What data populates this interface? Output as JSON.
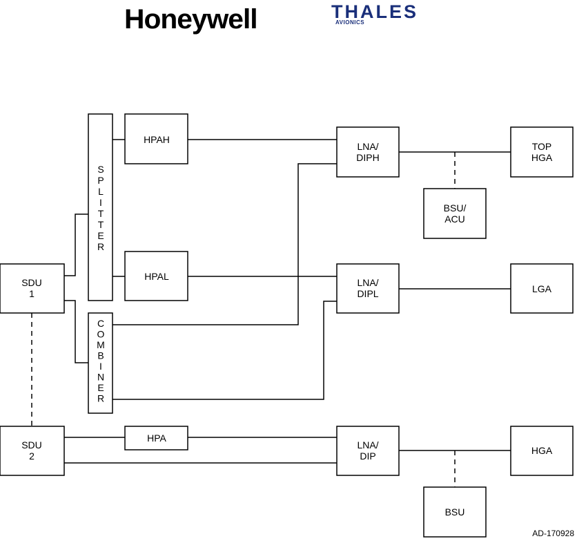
{
  "logos": {
    "honeywell": "Honeywell",
    "thales": "THALES",
    "thales_sub": "AVIONICS"
  },
  "boxes": {
    "splitter": "SPLITTER",
    "combiner": "COMBINER",
    "hpah": "HPAH",
    "hpal": "HPAL",
    "hpa": "HPA",
    "sdu1": [
      "SDU",
      "1"
    ],
    "sdu2": [
      "SDU",
      "2"
    ],
    "lna_diph": [
      "LNA/",
      "DIPH"
    ],
    "lna_dipl": [
      "LNA/",
      "DIPL"
    ],
    "lna_dip": [
      "LNA/",
      "DIP"
    ],
    "top_hga": [
      "TOP",
      "HGA"
    ],
    "lga": "LGA",
    "hga": "HGA",
    "bsu_acu": [
      "BSU/",
      "ACU"
    ],
    "bsu": "BSU"
  },
  "doc_id": "AD-170928"
}
